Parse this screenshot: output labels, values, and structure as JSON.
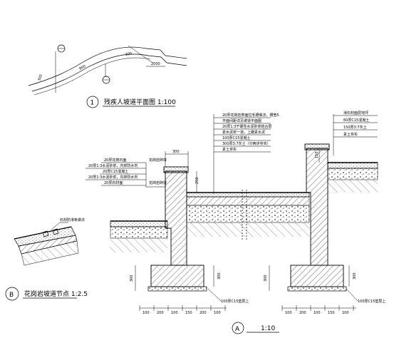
{
  "plan": {
    "marker": "1",
    "title": "残疾人坡道平面图 1:100",
    "dims": {
      "total_length": "2000",
      "left_run": "800",
      "width": "300"
    }
  },
  "detail_b": {
    "marker": "B",
    "title": "花岗岩坡道节点 1:2.5",
    "leader_label": "石材防滑条做法"
  },
  "section_a": {
    "marker": "A",
    "scale": "1:10",
    "top_labels": [
      "20厚花岗岩表面拉毛槽做法，槽宽5.",
      "平面间距详见坡道平面图",
      "20厚1:3干硬性水泥砂浆结合层",
      "素水泥浆一道，上撒素水泥",
      "100厚C15混凝土",
      "300厚3:7灰土（分两步夯实）",
      "素土夯实"
    ],
    "left_labels": [
      "20厚花岗石面",
      "20厚1:3水泥砂浆，内掺防水剂",
      "20厚C15混凝土",
      "20厚1:3水泥砂浆，内掺防水剂",
      "20厚石材面"
    ],
    "left_tags": [
      "花岗岩碎拼",
      "花岗岩碎拼"
    ],
    "right_labels": [
      "滑石材面层地坪",
      "60厚C15混凝土",
      "150厚3:7灰土",
      "素土夯实"
    ],
    "bottom_label_left": "100厚C15垫层上",
    "bottom_label_right": "100厚C15垫层上",
    "wall_dims": {
      "cap": "300",
      "cap_height": "250"
    },
    "footing_dims": {
      "height": "300",
      "height2": "300"
    },
    "right_dims": {
      "step": "150"
    },
    "bottom_dims_left": [
      "100",
      "200",
      "100",
      "150",
      "200",
      "100"
    ],
    "bottom_dims_right": [
      "100",
      "200",
      "100",
      "150",
      "100"
    ]
  }
}
